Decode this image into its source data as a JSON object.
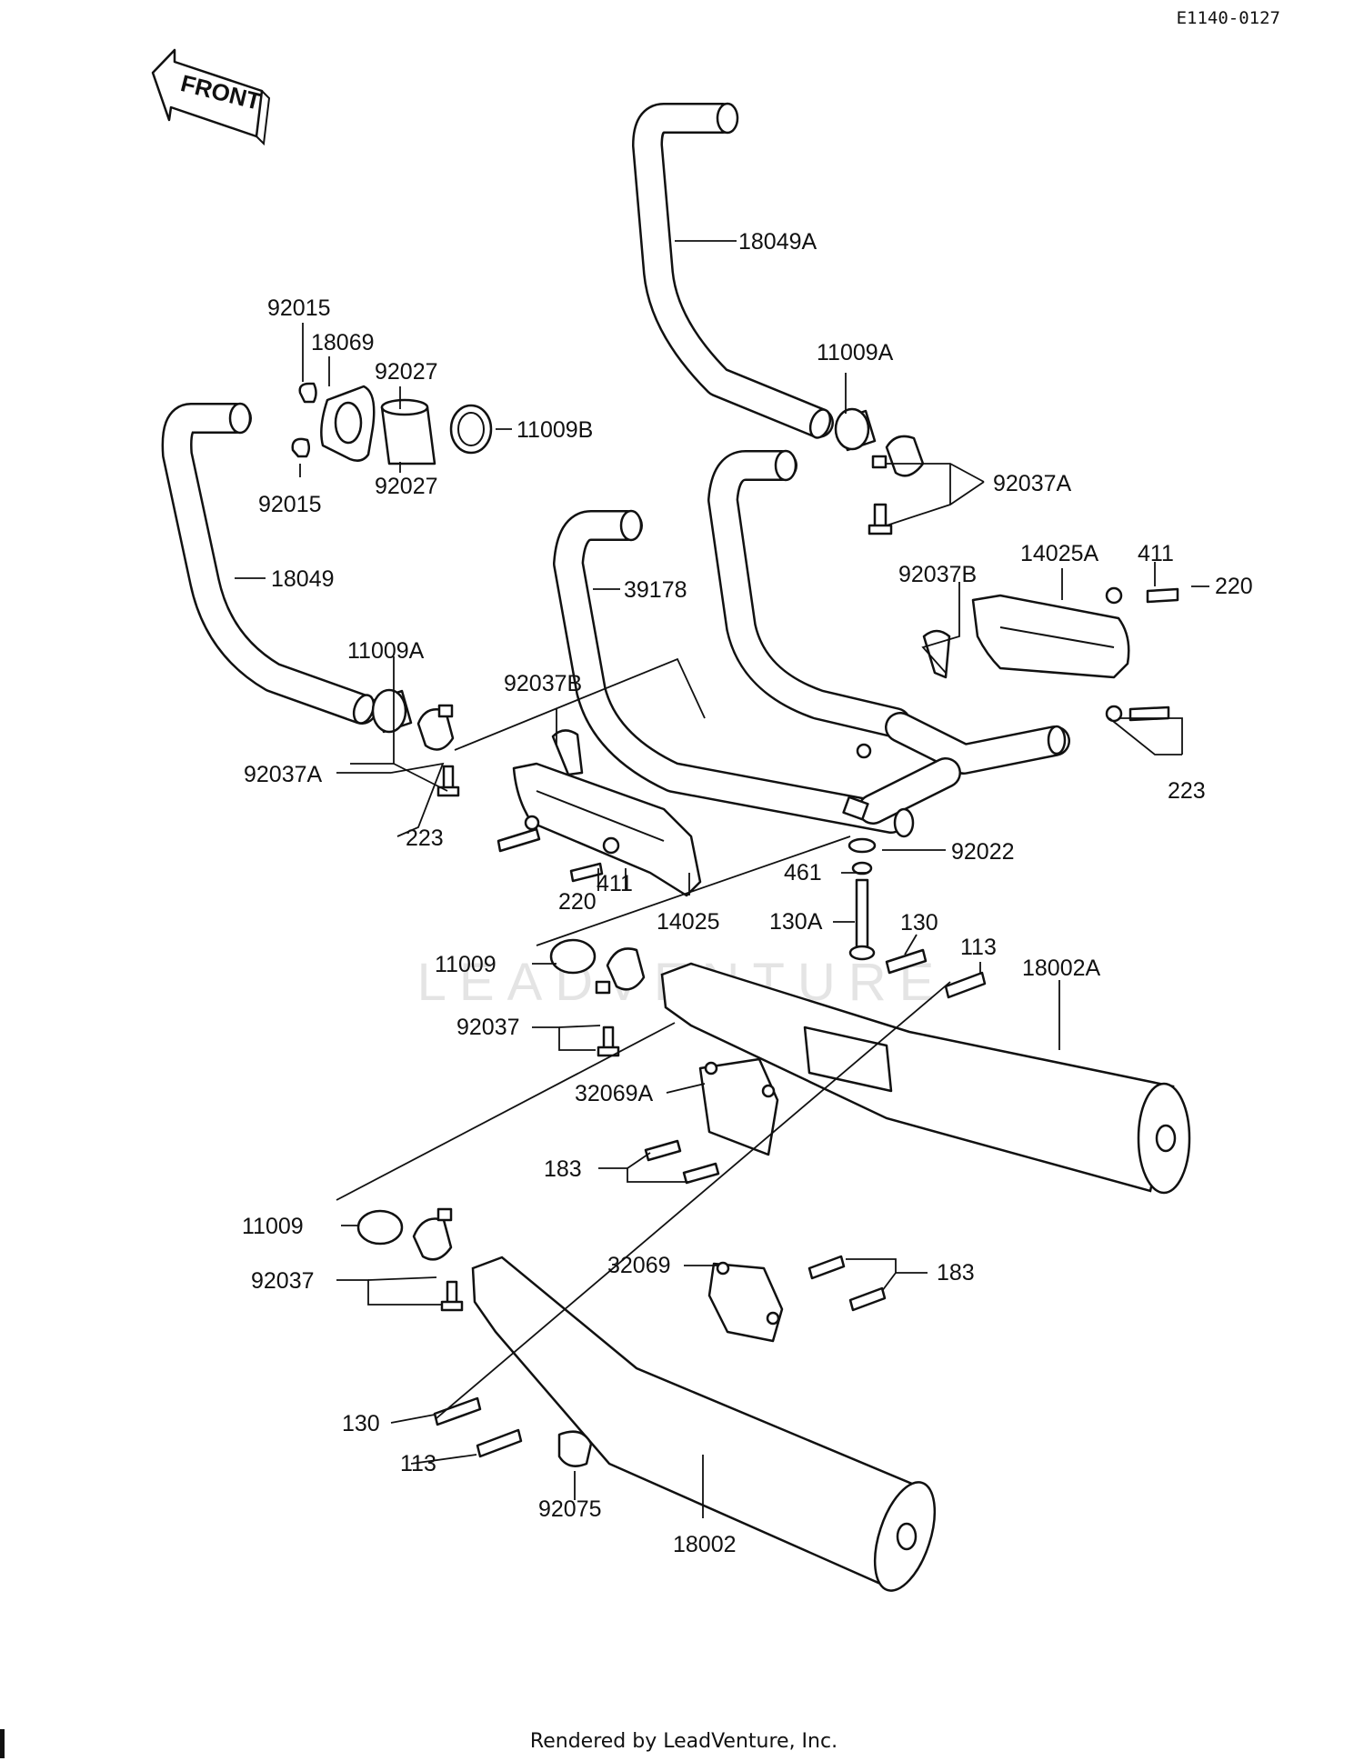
{
  "diagram_code": "E1140-0127",
  "front_label": "FRONT",
  "footer": "Rendered by LeadVenture, Inc.",
  "watermark": "LEADVENTURE",
  "parts": [
    {
      "label": "18049A"
    },
    {
      "label": "11009A"
    },
    {
      "label": "92037A"
    },
    {
      "label": "92015"
    },
    {
      "label": "18069"
    },
    {
      "label": "92027"
    },
    {
      "label": "11009B"
    },
    {
      "label": "92027"
    },
    {
      "label": "92015"
    },
    {
      "label": "18049"
    },
    {
      "label": "39178"
    },
    {
      "label": "14025A"
    },
    {
      "label": "411"
    },
    {
      "label": "220"
    },
    {
      "label": "92037B"
    },
    {
      "label": "11009A"
    },
    {
      "label": "92037B"
    },
    {
      "label": "92037A"
    },
    {
      "label": "223"
    },
    {
      "label": "223"
    },
    {
      "label": "92022"
    },
    {
      "label": "461"
    },
    {
      "label": "220"
    },
    {
      "label": "411"
    },
    {
      "label": "14025"
    },
    {
      "label": "130A"
    },
    {
      "label": "130"
    },
    {
      "label": "113"
    },
    {
      "label": "18002A"
    },
    {
      "label": "11009"
    },
    {
      "label": "92037"
    },
    {
      "label": "32069A"
    },
    {
      "label": "183"
    },
    {
      "label": "11009"
    },
    {
      "label": "32069"
    },
    {
      "label": "183"
    },
    {
      "label": "92037"
    },
    {
      "label": "130"
    },
    {
      "label": "113"
    },
    {
      "label": "92075"
    },
    {
      "label": "18002"
    }
  ]
}
